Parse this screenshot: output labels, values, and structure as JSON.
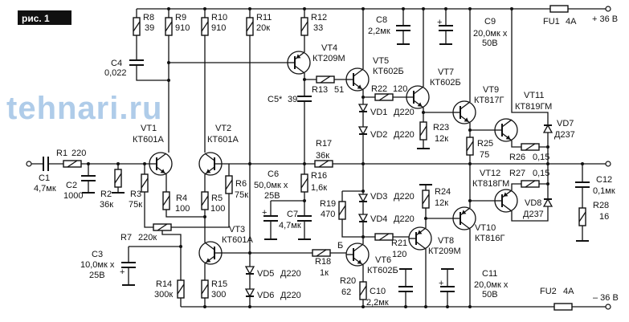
{
  "figure_label": "рис. 1",
  "supply": {
    "positive": "+ 36 В",
    "negative": "– 36 В"
  },
  "base_marker": "Б",
  "watermark": "tehnari.ru",
  "components": {
    "R1": {
      "ref": "R1",
      "value": "220"
    },
    "R2": {
      "ref": "R2",
      "value": "36к"
    },
    "R3": {
      "ref": "R3",
      "value": "75к"
    },
    "R4": {
      "ref": "R4",
      "value": "100"
    },
    "R5": {
      "ref": "R5",
      "value": "100"
    },
    "R6": {
      "ref": "R6",
      "value": "75к"
    },
    "R7": {
      "ref": "R7",
      "value": "220к"
    },
    "R8": {
      "ref": "R8",
      "value": "39"
    },
    "R9": {
      "ref": "R9",
      "value": "910"
    },
    "R10": {
      "ref": "R10",
      "value": "910"
    },
    "R11": {
      "ref": "R11",
      "value": "20к"
    },
    "R12": {
      "ref": "R12",
      "value": "33"
    },
    "R13": {
      "ref": "R13",
      "value": "51"
    },
    "R14": {
      "ref": "R14",
      "value": "300к"
    },
    "R15": {
      "ref": "R15",
      "value": "300"
    },
    "R16": {
      "ref": "R16",
      "value": "1,6к"
    },
    "R17": {
      "ref": "R17",
      "value": "36к"
    },
    "R18": {
      "ref": "R18",
      "value": "1к"
    },
    "R19": {
      "ref": "R19",
      "value": "470"
    },
    "R20": {
      "ref": "R20",
      "value": "62"
    },
    "R21": {
      "ref": "R21",
      "value": "120"
    },
    "R22": {
      "ref": "R22",
      "value": "120"
    },
    "R23": {
      "ref": "R23",
      "value": "12к"
    },
    "R24": {
      "ref": "R24",
      "value": "12к"
    },
    "R25": {
      "ref": "R25",
      "value": "75"
    },
    "R26": {
      "ref": "R26",
      "value": "0,15"
    },
    "R27": {
      "ref": "R27",
      "value": "0,15"
    },
    "R28": {
      "ref": "R28",
      "value": "16"
    },
    "C1": {
      "ref": "C1",
      "value": "4,7мк"
    },
    "C2": {
      "ref": "C2",
      "value": "1000"
    },
    "C3": {
      "ref": "C3",
      "value": "10,0мк x",
      "rating": "25В"
    },
    "C4": {
      "ref": "C4",
      "value": "0,022"
    },
    "C5": {
      "ref": "C5*",
      "value": "39"
    },
    "C6": {
      "ref": "C6",
      "value": "50,0мк x",
      "rating": "25В"
    },
    "C7": {
      "ref": "C7",
      "value": "4,7мк"
    },
    "C8": {
      "ref": "C8",
      "value": "2,2мк"
    },
    "C9": {
      "ref": "C9",
      "value": "20,0мк x",
      "rating": "50В"
    },
    "C10": {
      "ref": "C10",
      "value": "2,2мк"
    },
    "C11": {
      "ref": "C11",
      "value": "20,0мк x",
      "rating": "50В"
    },
    "C12": {
      "ref": "C12",
      "value": "0,1мк"
    },
    "VT1": {
      "ref": "VT1",
      "type": "КТ601А"
    },
    "VT2": {
      "ref": "VT2",
      "type": "КТ601А"
    },
    "VT3": {
      "ref": "VT3",
      "type": "КТ601А"
    },
    "VT4": {
      "ref": "VT4",
      "type": "КТ209М"
    },
    "VT5": {
      "ref": "VT5",
      "type": "КТ602Б"
    },
    "VT6": {
      "ref": "VT6",
      "type": "КТ602Б"
    },
    "VT7": {
      "ref": "VT7",
      "type": "КТ602Б"
    },
    "VT8": {
      "ref": "VT8",
      "type": "КТ209М"
    },
    "VT9": {
      "ref": "VT9",
      "type": "КТ817Г"
    },
    "VT10": {
      "ref": "VT10",
      "type": "КТ816Г"
    },
    "VT11": {
      "ref": "VT11",
      "type": "КТ819ГМ"
    },
    "VT12": {
      "ref": "VT12",
      "type": "КТ818ГМ"
    },
    "VD1": {
      "ref": "VD1",
      "type": "Д220"
    },
    "VD2": {
      "ref": "VD2",
      "type": "Д220"
    },
    "VD3": {
      "ref": "VD3",
      "type": "Д220"
    },
    "VD4": {
      "ref": "VD4",
      "type": "Д220"
    },
    "VD5": {
      "ref": "VD5",
      "type": "Д220"
    },
    "VD6": {
      "ref": "VD6",
      "type": "Д220"
    },
    "VD7": {
      "ref": "VD7",
      "type": "Д237"
    },
    "VD8": {
      "ref": "VD8",
      "type": "Д237"
    },
    "FU1": {
      "ref": "FU1",
      "value": "4А"
    },
    "FU2": {
      "ref": "FU2",
      "value": "4А"
    }
  }
}
